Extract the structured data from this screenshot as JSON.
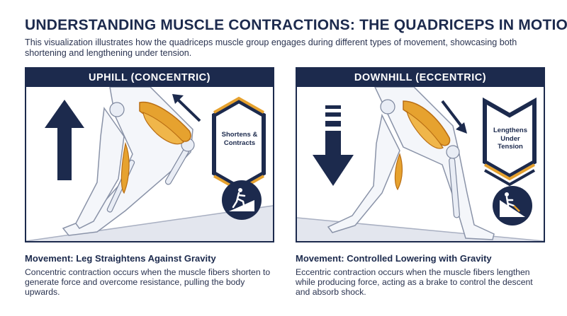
{
  "title": "UNDERSTANDING MUSCLE CONTRACTIONS: THE QUADRICEPS IN MOTION",
  "subtitle": "This visualization illustrates how the quadriceps muscle group engages during different types of movement, showcasing both shortening and lengthening under tension.",
  "panels": [
    {
      "header": "UPHILL (CONCENTRIC)",
      "label_line1": "Shortens &",
      "label_line2": "Contracts",
      "movement": "Movement: Leg Straightens Against Gravity",
      "description": "Concentric contraction occurs when the muscle fibers shorten to generate force and overcome resistance, pulling the body upwards.",
      "icon": "walking-uphill-icon",
      "arrow": "up-arrow-icon"
    },
    {
      "header": "DOWNHILL (ECCENTRIC)",
      "label_line1": "Lengthens",
      "label_line2": "Under",
      "label_line3": "Tension",
      "movement": "Movement: Controlled Lowering with Gravity",
      "description": "Eccentric contraction occurs when the muscle fibers lengthen while producing force, acting as a brake to control the descent and absorb shock.",
      "icon": "walking-downhill-icon",
      "arrow": "down-arrow-icon"
    }
  ],
  "colors": {
    "navy": "#1c2a4d",
    "muscle": "#e6a22f",
    "muscle_dark": "#b96e14",
    "bone": "#f4f6fa",
    "ground": "#e3e6ee"
  }
}
